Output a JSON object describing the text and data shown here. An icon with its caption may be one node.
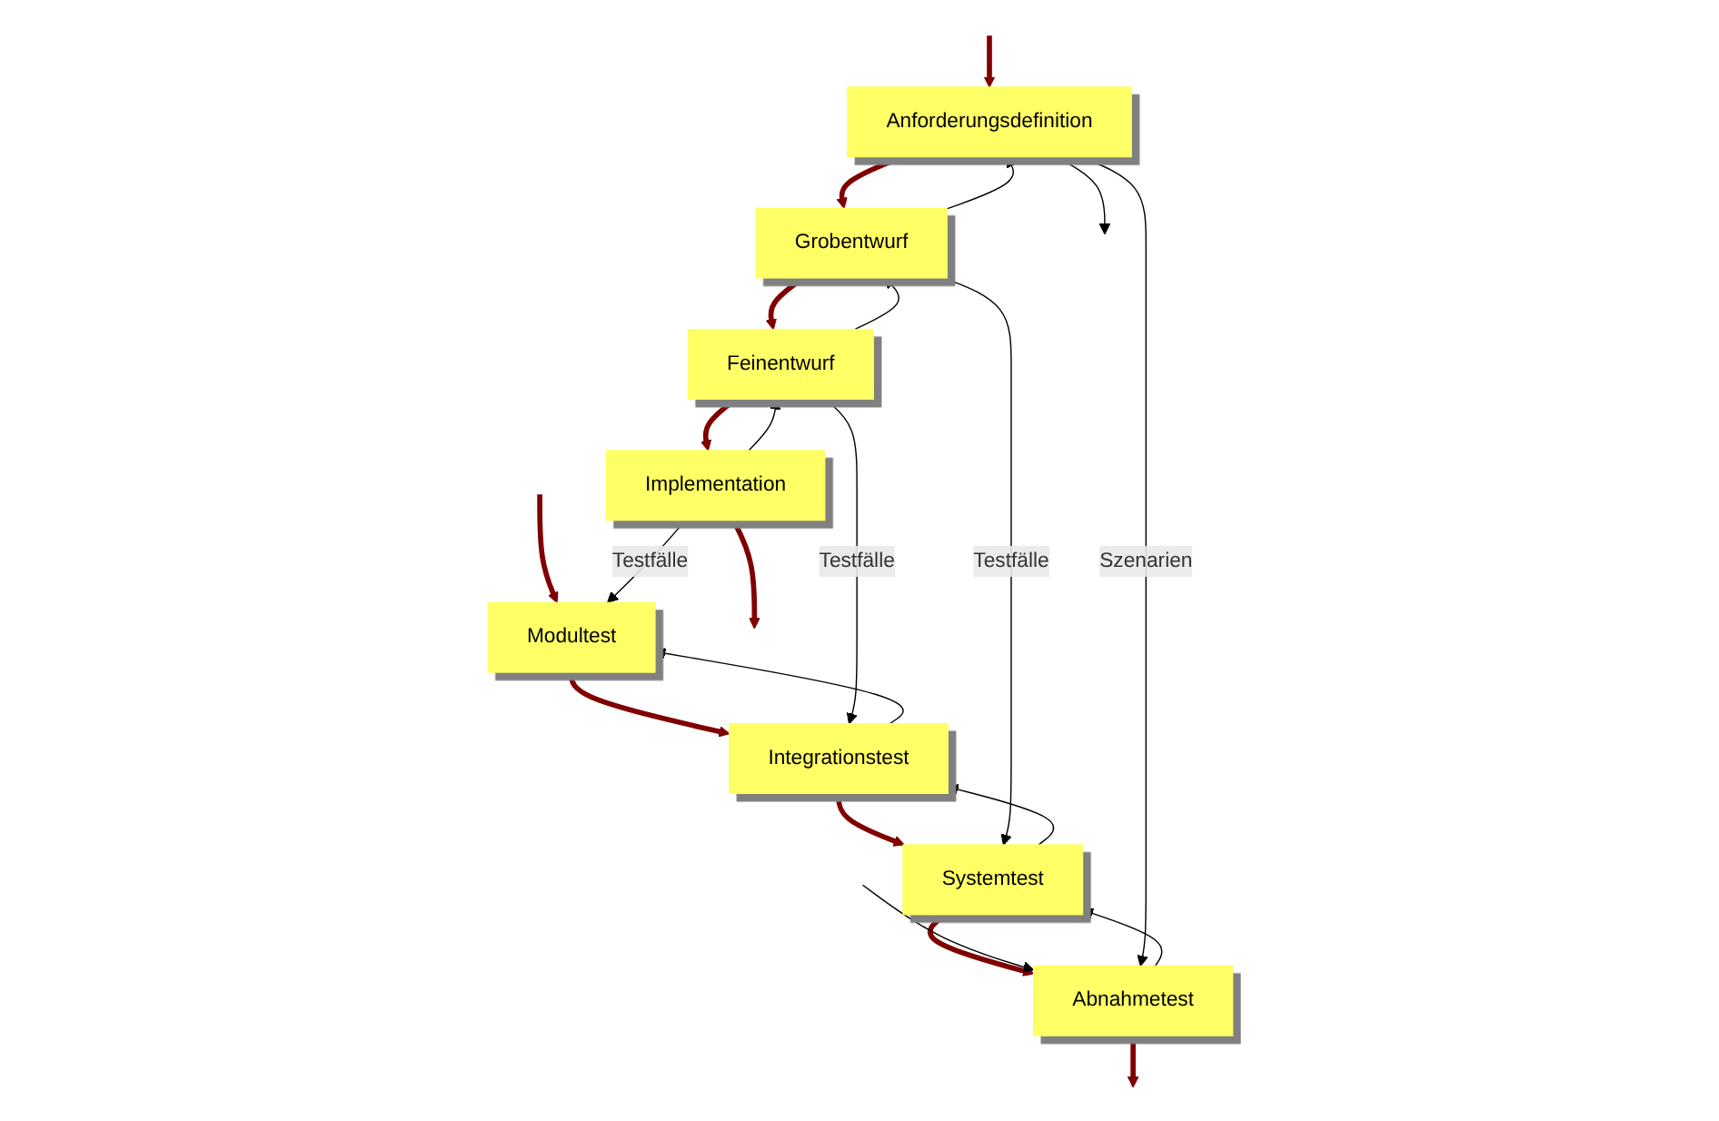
{
  "diagram": {
    "nodes": [
      {
        "text": [
          "Anforderungsdefinition"
        ]
      },
      {
        "text": [
          "Grobentwurf"
        ]
      },
      {
        "text": [
          "Feinentwurf"
        ]
      },
      {
        "text": [
          "Implementation"
        ]
      },
      {
        "text": [
          "Abnahmetest"
        ]
      },
      {
        "text": [
          "Systemtest"
        ]
      },
      {
        "text": [
          "Integrationstest"
        ]
      },
      {
        "text": [
          "Modultest"
        ]
      }
    ],
    "edges": [
      {
        "from": null,
        "to": 0,
        "arrow": "to",
        "style": "thick",
        "color": "#800000"
      },
      {
        "from": 0,
        "to": 1,
        "arrow": "to",
        "style": "thick",
        "color": "#800000"
      },
      {
        "from": 1,
        "to": 2,
        "arrow": "to",
        "style": "thick",
        "color": "#800000"
      },
      {
        "from": 2,
        "to": 3,
        "arrow": "to",
        "style": "thick",
        "color": "#800000"
      },
      {
        "from": 3,
        "to": null,
        "arrow": "to",
        "style": "thick",
        "color": "#800000"
      },
      {
        "from": null,
        "to": 7,
        "arrow": "to",
        "style": "thick",
        "color": "#800000"
      },
      {
        "from": 7,
        "to": 6,
        "arrow": "to",
        "style": "thick",
        "color": "#800000"
      },
      {
        "from": 6,
        "to": 5,
        "arrow": "to",
        "style": "thick",
        "color": "#800000"
      },
      {
        "from": 5,
        "to": 4,
        "arrow": "to",
        "style": "thick",
        "color": "#800000"
      },
      {
        "from": 4,
        "to": null,
        "arrow": "to",
        "style": "thick",
        "color": "#800000"
      },
      {
        "from": 0,
        "to": null,
        "arrow": "to"
      },
      {
        "from": 1,
        "to": 0,
        "arrow": "to"
      },
      {
        "from": 2,
        "to": 1,
        "arrow": "to"
      },
      {
        "from": 3,
        "to": 2,
        "arrow": "to"
      },
      {
        "from": null,
        "to": 4,
        "arrow": "to"
      },
      {
        "from": 4,
        "to": 5,
        "arrow": "to"
      },
      {
        "from": 5,
        "to": 6,
        "arrow": "to"
      },
      {
        "from": 6,
        "to": 7,
        "arrow": "to"
      },
      {
        "from": 0,
        "to": 4,
        "arrow": "to",
        "label": "Szenarien"
      },
      {
        "from": 1,
        "to": 5,
        "arrow": "to",
        "label": "Testfälle"
      },
      {
        "from": 2,
        "to": 6,
        "arrow": "to",
        "label": "Testfälle"
      },
      {
        "from": 3,
        "to": 7,
        "arrow": "to",
        "label": "Testfälle"
      }
    ]
  }
}
